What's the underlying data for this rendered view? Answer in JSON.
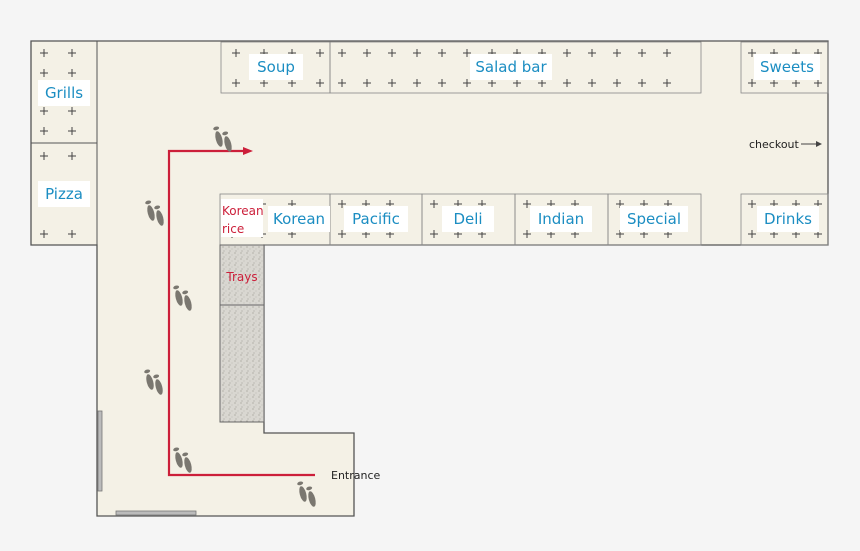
{
  "stations": {
    "grills": "Grills",
    "pizza": "Pizza",
    "soup": "Soup",
    "salad_bar": "Salad bar",
    "sweets": "Sweets",
    "korean": "Korean",
    "pacific": "Pacific",
    "deli": "Deli",
    "indian": "Indian",
    "special": "Special",
    "drinks": "Drinks"
  },
  "korean_rice": [
    "Korean",
    "rice"
  ],
  "trays": "Trays",
  "checkout": "checkout",
  "entrance": "Entrance",
  "colors": {
    "floor": "#f4f1e6",
    "wall": "#555555",
    "path": "#cc1f3a",
    "station_text": "#1b8dc2",
    "footprint": "#7a7770"
  }
}
